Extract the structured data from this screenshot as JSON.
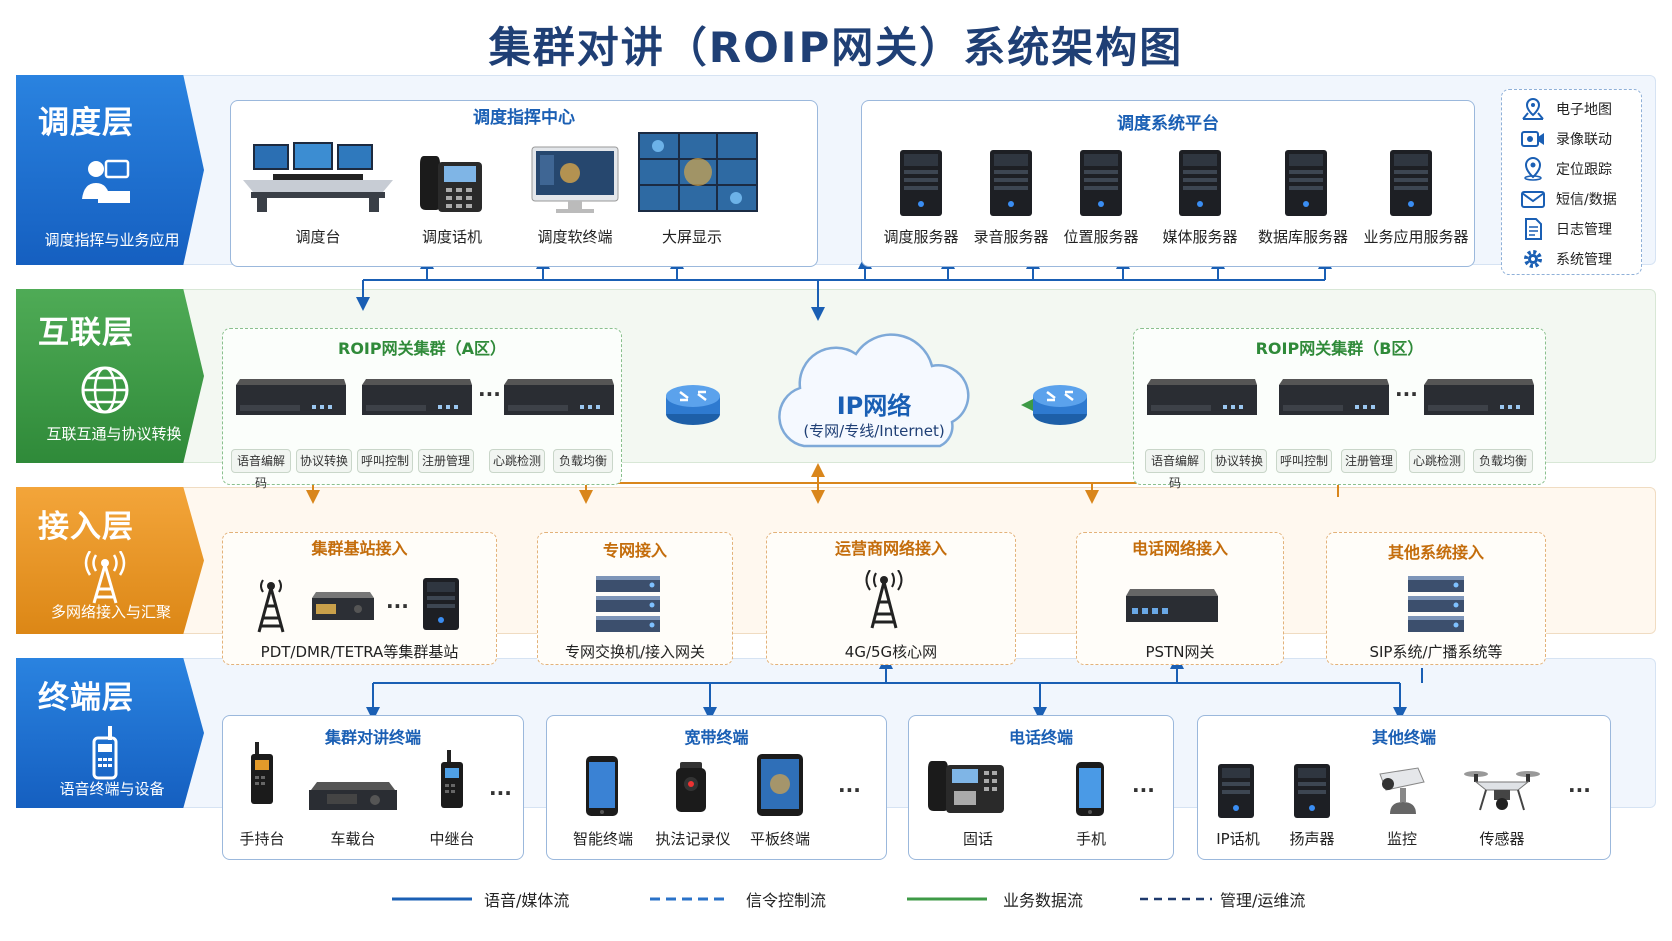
{
  "title": "集群对讲（ROIP网关）系统架构图",
  "colors": {
    "dispatch": "#1a6ed0",
    "interconnect": "#3d9a46",
    "access": "#e08a1d",
    "terminal": "#1a6ed0",
    "voice_line": "#1a5fb4",
    "signal_line": "#2a72c8",
    "biz_line": "#3d9a46",
    "mgmt_line": "#1f3a6d"
  },
  "layers": {
    "dispatch": {
      "name": "调度层",
      "subtitle": "调度指挥与业务应用",
      "icon": "operator-icon"
    },
    "interconnect": {
      "name": "互联层",
      "subtitle": "互联互通与协议转换",
      "icon": "globe-icon"
    },
    "access": {
      "name": "接入层",
      "subtitle": "多网络接入与汇聚",
      "icon": "antenna-icon"
    },
    "terminal": {
      "name": "终端层",
      "subtitle": "语音终端与设备",
      "icon": "radio-icon"
    }
  },
  "command_center": {
    "title": "调度指挥中心",
    "items": [
      {
        "label": "调度台",
        "icon": "console-desk-icon"
      },
      {
        "label": "调度话机",
        "icon": "desk-phone-icon"
      },
      {
        "label": "调度软终端",
        "icon": "monitor-icon"
      },
      {
        "label": "大屏显示",
        "icon": "video-wall-icon"
      }
    ]
  },
  "platform": {
    "title": "调度系统平台",
    "items": [
      {
        "label": "调度服务器",
        "icon": "server-icon"
      },
      {
        "label": "录音服务器",
        "icon": "server-icon"
      },
      {
        "label": "位置服务器",
        "icon": "server-icon"
      },
      {
        "label": "媒体服务器",
        "icon": "server-icon"
      },
      {
        "label": "数据库服务器",
        "icon": "server-icon"
      },
      {
        "label": "业务应用服务器",
        "icon": "server-icon"
      }
    ]
  },
  "side_functions": [
    {
      "label": "电子地图",
      "icon": "map-pin-icon"
    },
    {
      "label": "录像联动",
      "icon": "video-camera-icon"
    },
    {
      "label": "定位跟踪",
      "icon": "location-icon"
    },
    {
      "label": "短信/数据",
      "icon": "envelope-icon"
    },
    {
      "label": "日志管理",
      "icon": "document-icon"
    },
    {
      "label": "系统管理",
      "icon": "gear-icon"
    }
  ],
  "gateway_a": {
    "title": "ROIP网关集群（A区）",
    "features": [
      "语音编解码",
      "协议转换",
      "呼叫控制",
      "注册管理",
      "心跳检测",
      "负载均衡"
    ]
  },
  "gateway_b": {
    "title": "ROIP网关集群（B区）",
    "features": [
      "语音编解码",
      "协议转换",
      "呼叫控制",
      "注册管理",
      "心跳检测",
      "负载均衡"
    ]
  },
  "ip_network": {
    "title": "IP网络",
    "subtitle": "(专网/专线/Internet)"
  },
  "access": [
    {
      "title": "集群基站接入",
      "label": "PDT/DMR/TETRA等集群基站"
    },
    {
      "title": "专网接入",
      "label": "专网交换机/接入网关"
    },
    {
      "title": "运营商网络接入",
      "label": "4G/5G核心网"
    },
    {
      "title": "电话网络接入",
      "label": "PSTN网关"
    },
    {
      "title": "其他系统接入",
      "label": "SIP系统/广播系统等"
    }
  ],
  "terminals": [
    {
      "title": "集群对讲终端",
      "items": [
        "手持台",
        "车载台",
        "中继台"
      ]
    },
    {
      "title": "宽带终端",
      "items": [
        "智能终端",
        "执法记录仪",
        "平板终端"
      ]
    },
    {
      "title": "电话终端",
      "items": [
        "固话",
        "手机"
      ]
    },
    {
      "title": "其他终端",
      "items": [
        "IP话机",
        "扬声器",
        "监控",
        "传感器"
      ]
    }
  ],
  "ellipsis": "···",
  "legend": [
    {
      "label": "语音/媒体流",
      "style": "solid",
      "color": "#1a5fb4"
    },
    {
      "label": "信令控制流",
      "style": "dashed",
      "color": "#2a72c8"
    },
    {
      "label": "业务数据流",
      "style": "solid",
      "color": "#3d9a46"
    },
    {
      "label": "管理/运维流",
      "style": "dashed",
      "color": "#1f3a6d"
    }
  ]
}
